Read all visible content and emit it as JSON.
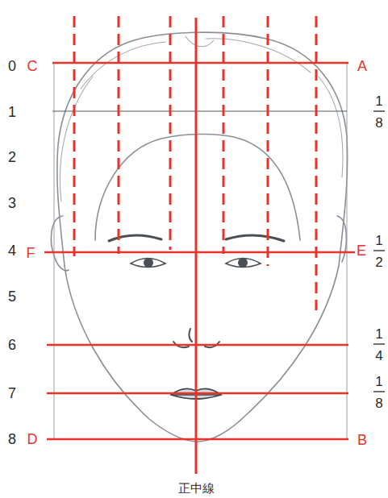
{
  "diagram": {
    "labels": [
      "0",
      "C",
      "A",
      "1",
      "1",
      "8",
      "2",
      "3",
      "4",
      "F",
      "E",
      "1",
      "2",
      "5",
      "6",
      "1",
      "4",
      "7",
      "1",
      "8",
      "8",
      "D",
      "B",
      "正中線"
    ]
  }
}
